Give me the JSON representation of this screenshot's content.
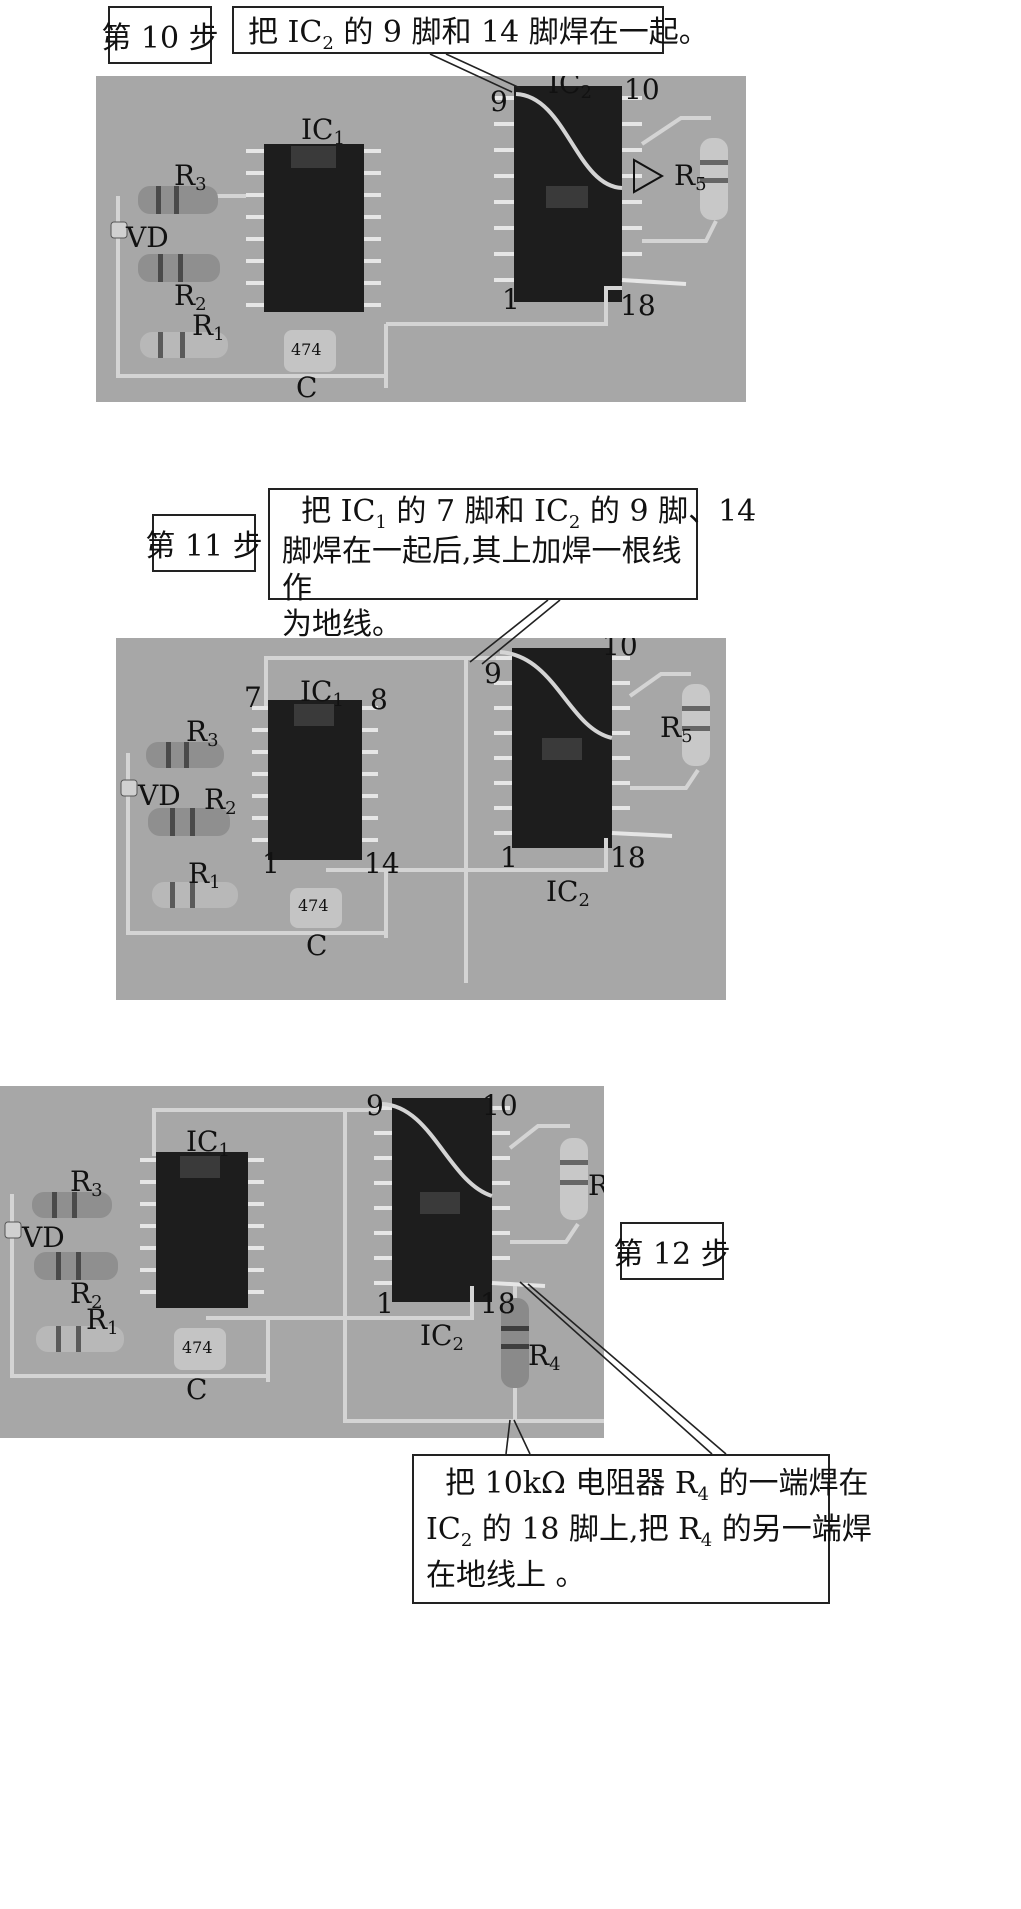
{
  "step10": {
    "label": "第 10 步",
    "note": {
      "a": "把 IC",
      "sub": "2",
      "b": " 的 9 脚和 14 脚焊在一起。"
    }
  },
  "step11": {
    "label": "第 11 步",
    "note": {
      "a": "把 IC",
      "sub1": "1",
      "b": " 的 7 脚和 IC",
      "sub2": "2",
      "c": " 的  9 脚、14",
      "line2": "脚焊在一起后,其上加焊一根线作",
      "line3": "为地线。"
    }
  },
  "step12": {
    "label": "第 12 步",
    "note": {
      "a": "把 10kΩ 电阻器 R",
      "sub1": "4",
      "b": " 的一端焊在",
      "c": "IC",
      "sub2": "2",
      "d": " 的 18 脚上,把 R",
      "sub3": "4",
      "e": " 的另一端焊",
      "line3": "在地线上 。"
    }
  },
  "photo_labels": {
    "ic": "IC",
    "ic1_sub": "1",
    "ic2_sub": "2",
    "r": "R",
    "r1_sub": "1",
    "r2_sub": "2",
    "r3_sub": "3",
    "r4_sub": "4",
    "r5_sub": "5",
    "vd": "VD",
    "c": "C",
    "cap_code": "474",
    "pin1": "1",
    "pin7": "7",
    "pin8": "8",
    "pin9": "9",
    "pin10": "10",
    "pin14": "14",
    "pin18": "18"
  }
}
